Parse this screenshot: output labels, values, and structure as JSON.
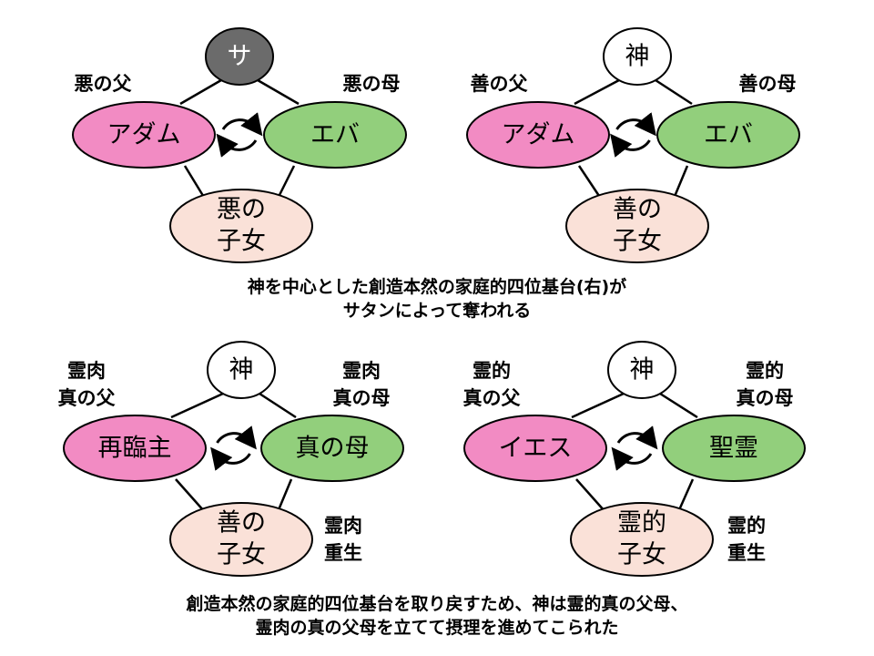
{
  "diagrams": [
    {
      "top": {
        "label": "サ",
        "style": "dark"
      },
      "left": {
        "label": "アダム",
        "style": "pink"
      },
      "right": {
        "label": "エバ",
        "style": "green"
      },
      "bottom": {
        "lines": [
          "悪の",
          "子女"
        ]
      },
      "left_note": [
        "悪の父"
      ],
      "right_note": [
        "悪の母"
      ],
      "bottom_note": []
    },
    {
      "top": {
        "label": "神",
        "style": "white"
      },
      "left": {
        "label": "アダム",
        "style": "pink"
      },
      "right": {
        "label": "エバ",
        "style": "green"
      },
      "bottom": {
        "lines": [
          "善の",
          "子女"
        ]
      },
      "left_note": [
        "善の父"
      ],
      "right_note": [
        "善の母"
      ],
      "bottom_note": []
    },
    {
      "top": {
        "label": "神",
        "style": "white"
      },
      "left": {
        "label": "再臨主",
        "style": "pink"
      },
      "right": {
        "label": "真の母",
        "style": "green"
      },
      "bottom": {
        "lines": [
          "善の",
          "子女"
        ]
      },
      "left_note": [
        "霊肉",
        "真の父"
      ],
      "right_note": [
        "霊肉",
        "真の母"
      ],
      "bottom_note": [
        "霊肉",
        "重生"
      ]
    },
    {
      "top": {
        "label": "神",
        "style": "white"
      },
      "left": {
        "label": "イエス",
        "style": "pink"
      },
      "right": {
        "label": "聖霊",
        "style": "green"
      },
      "bottom": {
        "lines": [
          "霊的",
          "子女"
        ]
      },
      "left_note": [
        "霊的",
        "真の父"
      ],
      "right_note": [
        "霊的",
        "真の母"
      ],
      "bottom_note": [
        "霊的",
        "重生"
      ]
    }
  ],
  "caption_top": [
    "神を中心とした創造本然の家庭的四位基台(右)が",
    "サタンによって奪われる"
  ],
  "caption_bottom": [
    "創造本然の家庭的四位基台を取り戻すため、神は霊的真の父母、",
    "霊肉の真の父母を立てて摂理を進めてこられた"
  ],
  "colors": {
    "pink": "#f28bc3",
    "green": "#92cf7c",
    "child": "#fae1d8",
    "dark": "#6b6b6b",
    "white": "#ffffff",
    "stroke": "#000000"
  }
}
